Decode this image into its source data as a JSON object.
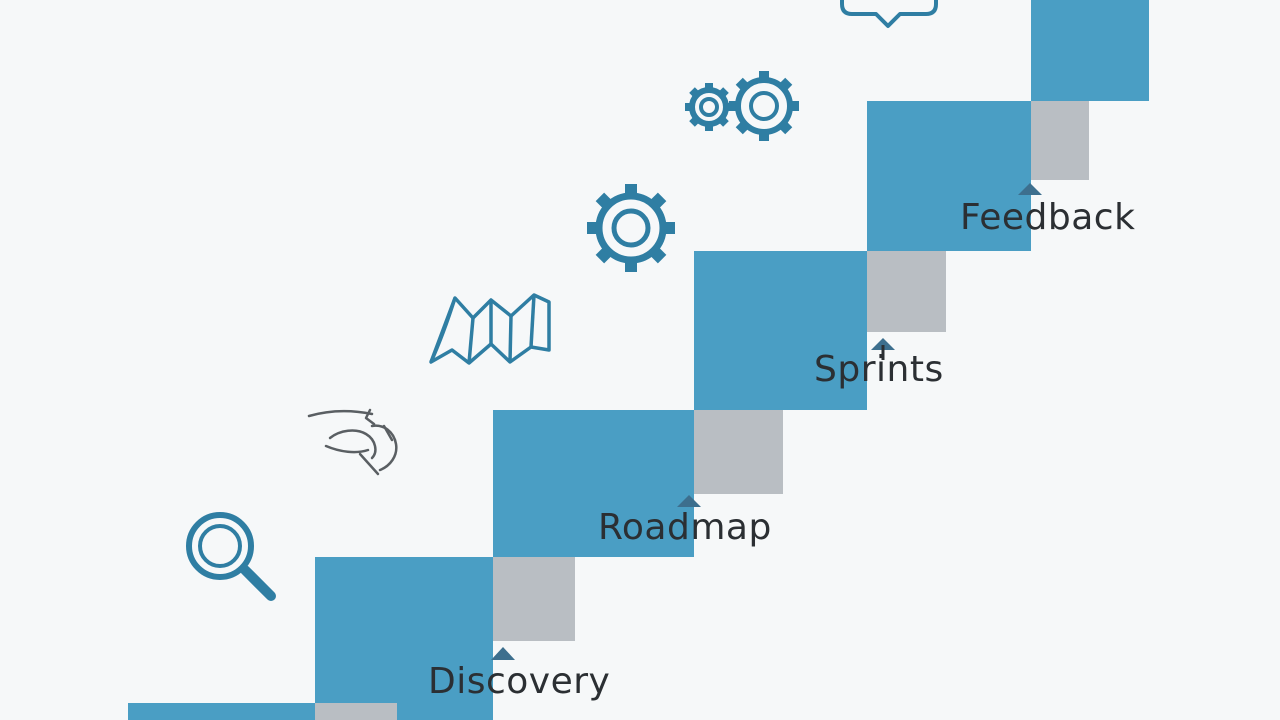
{
  "diagram": {
    "steps": [
      {
        "label": "Discovery",
        "icon": "magnifier-icon"
      },
      {
        "label": "Roadmap",
        "icon": "hand-icon"
      },
      {
        "label": "Sprints",
        "icon": "map-icon"
      },
      {
        "label": "Feedback",
        "icon": "gear-icon"
      }
    ],
    "extra_icons": [
      "double-gear-icon",
      "speech-bubble-icon"
    ],
    "colors": {
      "background": "#f6f8f9",
      "step_blue": "#4a9ec4",
      "step_gray": "#b9bec3",
      "icon_blue": "#2f7ea3",
      "icon_gray": "#5a5f63",
      "text": "#2b2f33",
      "marker": "#3d6f8e"
    }
  }
}
